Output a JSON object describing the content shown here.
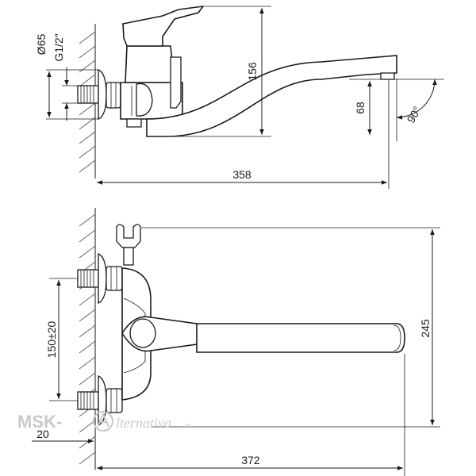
{
  "dimensions": {
    "top_length": "358",
    "top_height": "156",
    "top_spout_height": "68",
    "top_angle": "90°",
    "top_diameter": "Ø65",
    "top_thread": "G1/2\"",
    "bottom_length": "372",
    "bottom_height": "245",
    "bottom_spacing": "150±20",
    "bottom_offset": "20"
  },
  "watermark": {
    "left": "MSK-",
    "right": "lternativa",
    "suffix": ".ru"
  },
  "colors": {
    "line": "#1a1a1a",
    "watermark": "#c9c9c9"
  }
}
